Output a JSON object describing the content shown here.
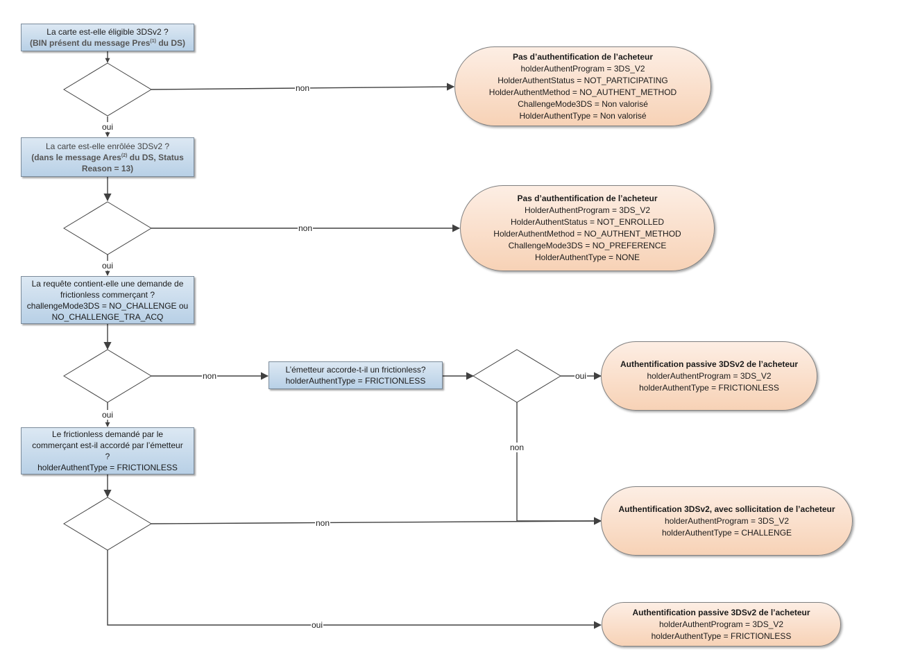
{
  "questions": {
    "q1": {
      "line1": "La carte est-elle éligible 3DSv2 ?",
      "line2_pre": "(BIN présent du message Pres",
      "line2_sup": "(1)",
      "line2_post": " du DS)"
    },
    "q2": {
      "line1": "La carte est-elle enrôlée 3DSv2 ?",
      "line2_pre": "(dans le message Ares",
      "line2_sup": "(2)",
      "line2_post": " du DS, Status",
      "line3": "Reason = 13)"
    },
    "q3": {
      "line1": "La requête contient-elle une demande de",
      "line2": "frictionless commerçant ?",
      "line3": "challengeMode3DS = NO_CHALLENGE ou",
      "line4": "NO_CHALLENGE_TRA_ACQ"
    },
    "q4": {
      "line1": "L’émetteur accorde-t-il un frictionless?",
      "line2": "holderAuthentType = FRICTIONLESS"
    },
    "q5": {
      "line1": "Le frictionless demandé par le",
      "line2": "commerçant est-il accordé par l’émetteur",
      "line3": "?",
      "line4": "holderAuthentType = FRICTIONLESS"
    }
  },
  "results": {
    "r1": {
      "title": "Pas d’authentification de l’acheteur",
      "lines": [
        "holderAuthentProgram = 3DS_V2",
        "HolderAuthentStatus = NOT_PARTICIPATING",
        "HolderAuthentMethod = NO_AUTHENT_METHOD",
        "ChallengeMode3DS = Non valorisé",
        "HolderAuthentType = Non valorisé"
      ]
    },
    "r2": {
      "title": "Pas d’authentification de l’acheteur",
      "lines": [
        "HolderAuthentProgram = 3DS_V2",
        "HolderAuthentStatus = NOT_ENROLLED",
        "HolderAuthentMethod = NO_AUTHENT_METHOD",
        "ChallengeMode3DS = NO_PREFERENCE",
        "HolderAuthentType = NONE"
      ]
    },
    "r3": {
      "title": "Authentification passive 3DSv2 de l’acheteur",
      "lines": [
        "holderAuthentProgram = 3DS_V2",
        "holderAuthentType = FRICTIONLESS"
      ]
    },
    "r4": {
      "title": "Authentification 3DSv2, avec sollicitation de l’acheteur",
      "lines": [
        "holderAuthentProgram = 3DS_V2",
        "holderAuthentType = CHALLENGE"
      ]
    },
    "r5": {
      "title": "Authentification passive 3DSv2 de l’acheteur",
      "lines": [
        "holderAuthentProgram = 3DS_V2",
        "holderAuthentType = FRICTIONLESS"
      ]
    }
  },
  "edge_labels": {
    "yes": "oui",
    "no": "non"
  },
  "colors": {
    "question_fill_top": "#dce8f3",
    "question_fill_bottom": "#b8d0e6",
    "result_fill_top": "#fdeee4",
    "result_fill_bottom": "#f7d2b6",
    "line": "#404040"
  }
}
